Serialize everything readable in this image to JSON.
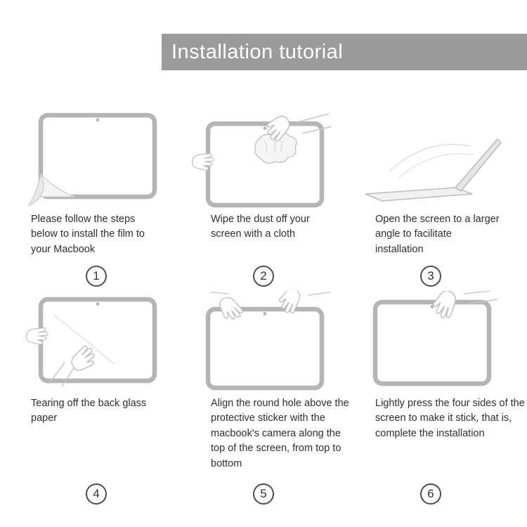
{
  "header": {
    "title": "Installation tutorial"
  },
  "palette": {
    "header_bg": "#9b9b9b",
    "header_text": "#ffffff",
    "line_art_gray": "#b5b5b5",
    "body_text": "#2f2f2f"
  },
  "steps": [
    {
      "number": "1",
      "text": "Please follow the steps below to install the film to your Macbook",
      "illustration": "screen-with-peeling-film-corner"
    },
    {
      "number": "2",
      "text": "Wipe the dust off your screen with a cloth",
      "illustration": "hand-wiping-screen-with-cloth"
    },
    {
      "number": "3",
      "text": "Open the screen to a larger angle to facilitate installation",
      "illustration": "laptop-opened-to-wide-angle"
    },
    {
      "number": "4",
      "text": "Tearing off the back glass paper",
      "illustration": "hands-tearing-off-backing-paper"
    },
    {
      "number": "5",
      "text": "Align the round hole above the protective sticker with the macbook's camera along the top of the screen, from top to bottom",
      "illustration": "hands-aligning-film-at-top-edge"
    },
    {
      "number": "6",
      "text": "Lightly press the four sides of the screen to make it stick, that is, complete the installation",
      "illustration": "hand-pressing-screen-edges"
    }
  ]
}
